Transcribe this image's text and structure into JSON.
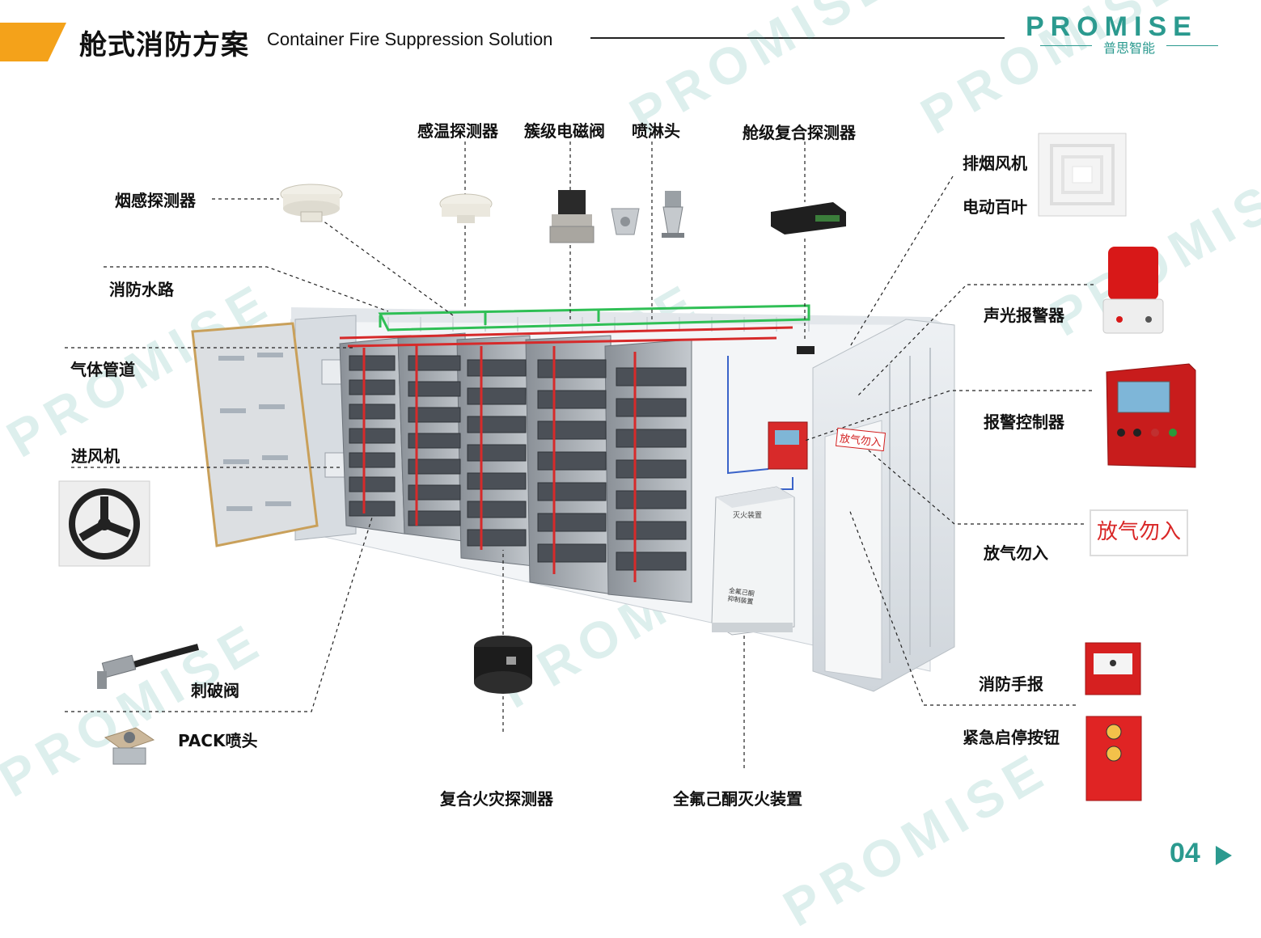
{
  "header": {
    "title_cn": "舱式消防方案",
    "title_en": "Container Fire Suppression Solution",
    "logo_text": "PROMISE",
    "logo_sub": "普思智能",
    "accent_color": "#f4a21a",
    "brand_color": "#2b9a8f"
  },
  "labels": {
    "smoke_detector": "烟感探测器",
    "temp_detector": "感温探测器",
    "cluster_valve": "簇级电磁阀",
    "sprinkler": "喷淋头",
    "cabin_detector": "舱级复合探测器",
    "exhaust_fan": "排烟风机",
    "electric_louver": "电动百叶",
    "water_route": "消防水路",
    "gas_pipe": "气体管道",
    "inlet_fan": "进风机",
    "alarm_light": "声光报警器",
    "alarm_controller": "报警控制器",
    "no_entry": "放气勿入",
    "puncture_valve": "刺破阀",
    "pack_nozzle": "PACK喷头",
    "composite_detector": "复合火灾探测器",
    "suppression_device": "全氟己酮灭火装置",
    "manual_alarm": "消防手报",
    "emergency_button": "紧急启停按钮"
  },
  "signs": {
    "release_sign": "放气勿入",
    "cabinet_label": "灭火装置",
    "cabinet_text": "全氟己酮抑制装置"
  },
  "footer": {
    "page_number": "04"
  },
  "watermark": "PROMISE"
}
